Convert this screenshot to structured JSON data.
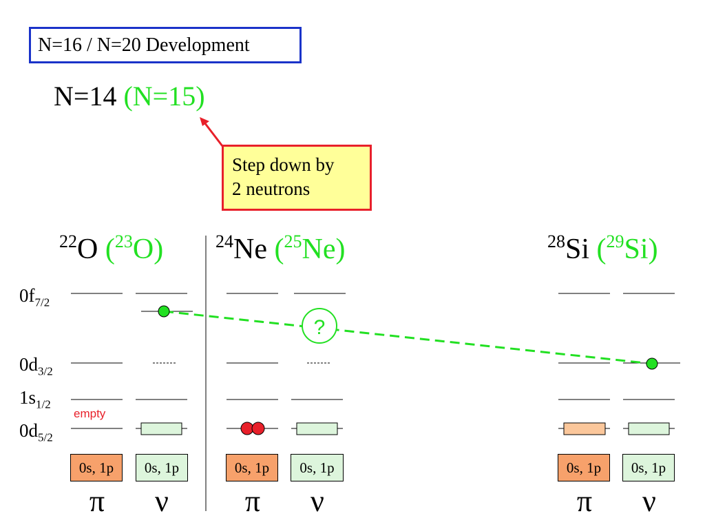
{
  "title": "N=16 / N=20 Development",
  "heading": {
    "main": "N=14",
    "alt": "(N=15)"
  },
  "callout": {
    "line1": "Step down by",
    "line2": "2 neutrons"
  },
  "nuclei": [
    {
      "mass": "22",
      "sym": "O",
      "alt_mass": "23",
      "alt_sym": "O"
    },
    {
      "mass": "24",
      "sym": "Ne",
      "alt_mass": "25",
      "alt_sym": "Ne"
    },
    {
      "mass": "28",
      "sym": "Si",
      "alt_mass": "29",
      "alt_sym": "Si"
    }
  ],
  "levels": {
    "f72": {
      "orb": "0f",
      "j": "7/2"
    },
    "d32": {
      "orb": "0d",
      "j": "3/2"
    },
    "s12": {
      "orb": "1s",
      "j": "1/2"
    },
    "d52": {
      "orb": "0d",
      "j": "5/2"
    }
  },
  "empty_label": "empty",
  "core_label": "0s, 1p",
  "pi_symbol": "π",
  "nu_symbol": "ν",
  "question_mark": "?",
  "colors": {
    "title_border": "#1a33c9",
    "green": "#22e022",
    "red": "#e8202a",
    "callout_bg": "#ffff99",
    "proton_core": "#f7a16b",
    "neutron_core": "#ddf5dc"
  }
}
